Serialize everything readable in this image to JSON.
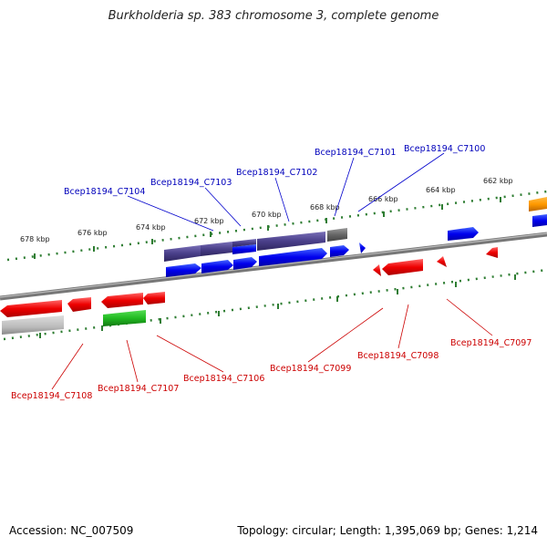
{
  "title": "Burkholderia sp. 383 chromosome 3, complete genome",
  "footer": {
    "accession": "Accession: NC_007509",
    "topology": "Topology: circular; Length: 1,395,069 bp; Genes: 1,214"
  },
  "colors": {
    "forward_label": "#0000bb",
    "reverse_label": "#cc0000",
    "backbone": "#777777",
    "tick": "#2e7d32",
    "forward_gene": "#0000ee",
    "operon": "#4a3f8a",
    "reverse_gene": "#ee0000",
    "pseudo_gene": "#bbbbbb",
    "highlight_gene": "#22bb22",
    "other_gene": "#ff9900"
  },
  "ruler": {
    "ticks": [
      "678 kbp",
      "676 kbp",
      "674 kbp",
      "672 kbp",
      "670 kbp",
      "668 kbp",
      "666 kbp",
      "664 kbp",
      "662 kbp"
    ]
  },
  "forward_labels": [
    "Bcep18194_C7104",
    "Bcep18194_C7103",
    "Bcep18194_C7102",
    "Bcep18194_C7101",
    "Bcep18194_C7100"
  ],
  "reverse_labels": [
    "Bcep18194_C7108",
    "Bcep18194_C7107",
    "Bcep18194_C7106",
    "Bcep18194_C7099",
    "Bcep18194_C7098",
    "Bcep18194_C7097"
  ]
}
